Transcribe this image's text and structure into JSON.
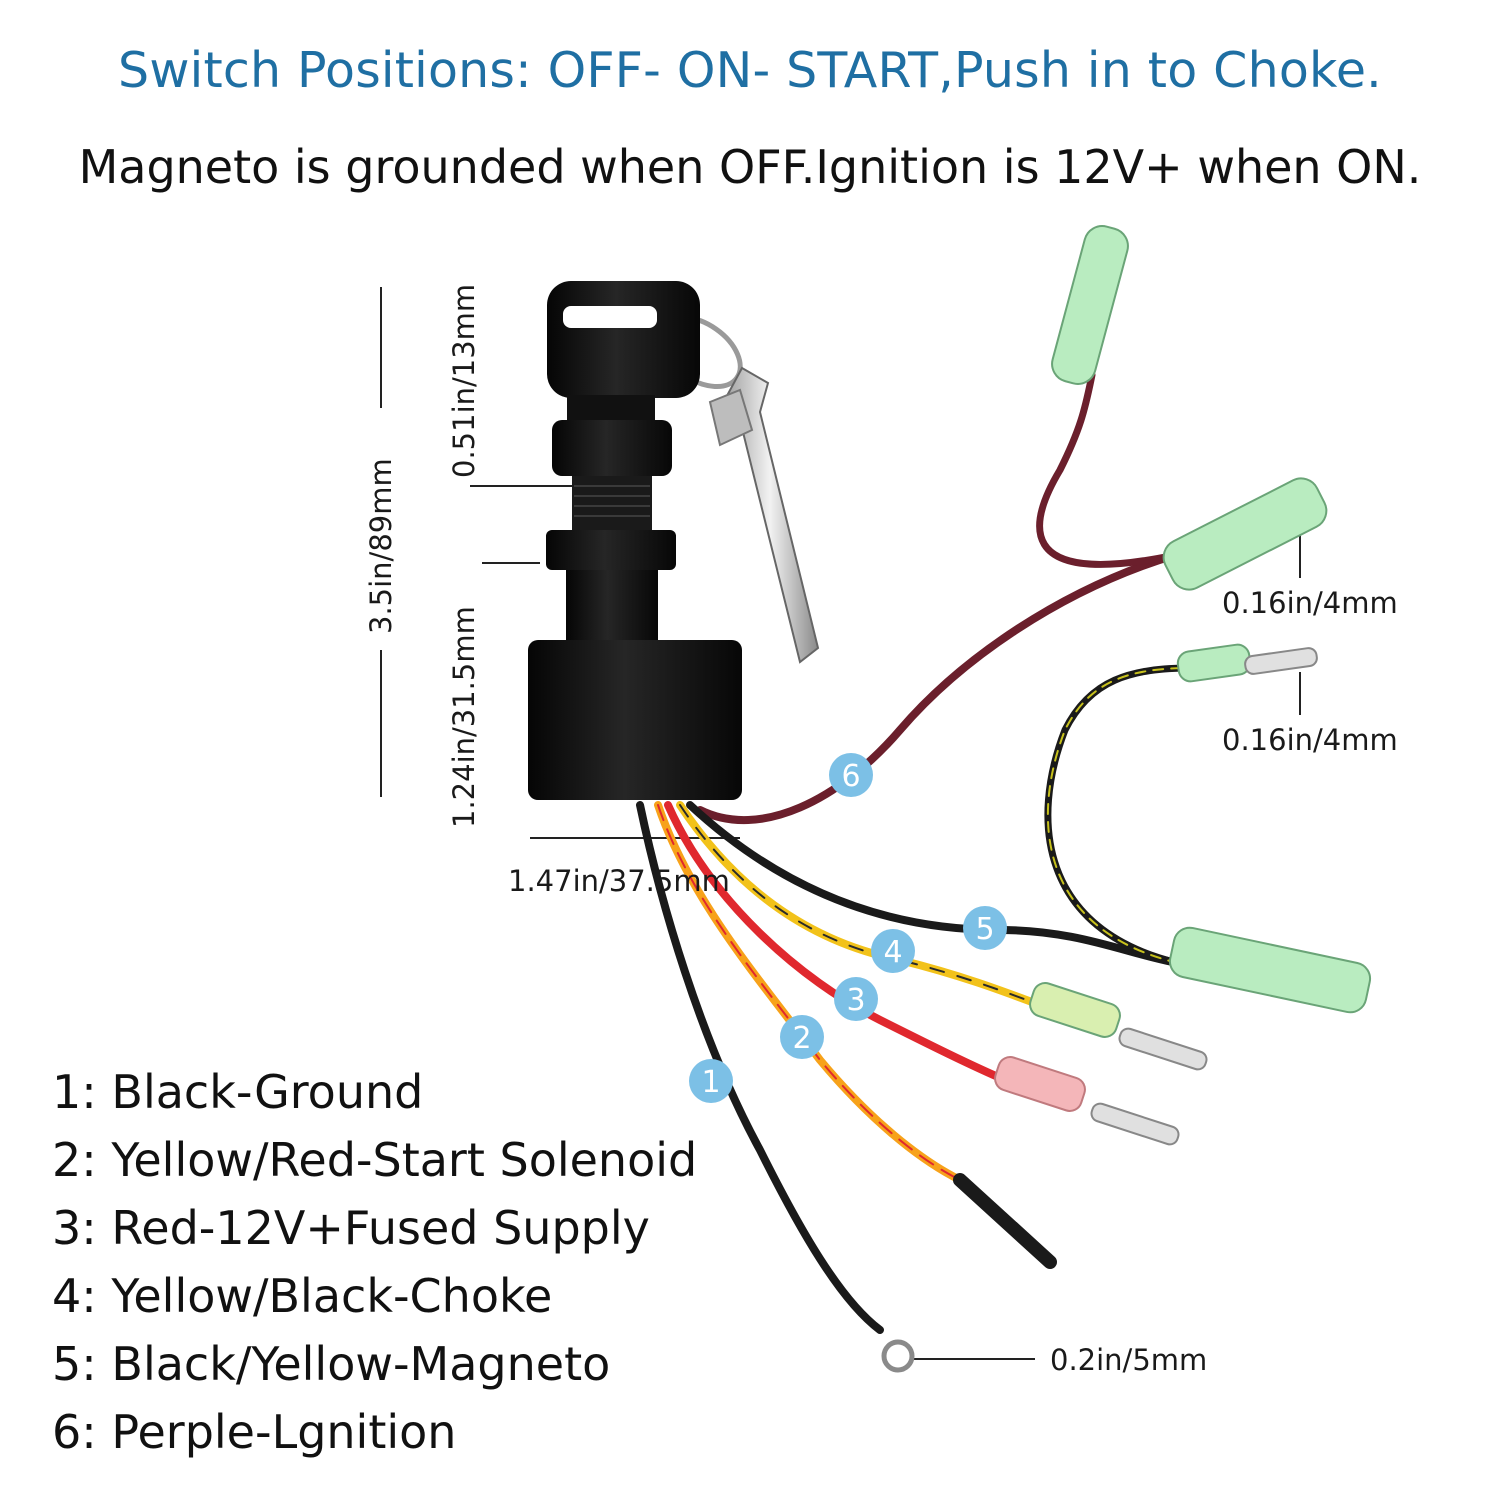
{
  "header": {
    "title": "Switch Positions: OFF- ON- START,Push in to Choke.",
    "subtitle": "Magneto is grounded when OFF.Ignition is 12V+ when ON."
  },
  "dimensions": {
    "overall_height": "3.5in/89mm",
    "key_height": "0.51in/13mm",
    "body_height": "1.24in/31.5mm",
    "body_width": "1.47in/37.5mm",
    "connector_top": "0.16in/4mm",
    "connector_mid": "0.16in/4mm",
    "ring_terminal": "0.2in/5mm"
  },
  "wire_markers": [
    "1",
    "2",
    "3",
    "4",
    "5",
    "6"
  ],
  "legend": [
    "1: Black-Ground",
    "2: Yellow/Red-Start Solenoid",
    "3: Red-12V+Fused Supply",
    "4: Yellow/Black-Choke",
    "5: Black/Yellow-Magneto",
    "6: Perple-Lgnition"
  ],
  "colors": {
    "title": "#1f6fa3",
    "marker": "#7cc0e6",
    "black_wire": "#1a1a1a",
    "yellow_wire": "#f2c21a",
    "red_wire": "#e0282e",
    "purple_wire": "#6b1f2c",
    "connector": "#b9ecc0"
  }
}
